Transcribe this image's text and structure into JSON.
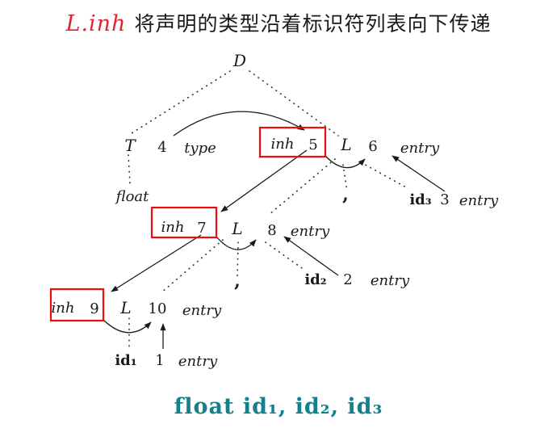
{
  "title": {
    "highlight": "L.inh",
    "rest": "将声明的类型沿着标识符列表向下传递"
  },
  "caption": "float id₁, id₂, id₃",
  "colors": {
    "title_red": "#e32231",
    "box_red": "#ee0d0d",
    "caption_teal": "#15808d",
    "ink": "#1a1a1a"
  },
  "tree": {
    "root": "D",
    "row1": {
      "T": "T",
      "T_num": "4",
      "T_attr": "type",
      "inh": "inh",
      "inh_num": "5",
      "L": "L",
      "L_num": "6",
      "L_attr": "entry"
    },
    "float_leaf": "float",
    "comma1": ",",
    "id3": {
      "name": "id₃",
      "num": "3",
      "attr": "entry"
    },
    "row2": {
      "inh": "inh",
      "inh_num": "7",
      "L": "L",
      "L_num": "8",
      "L_attr": "entry"
    },
    "comma2": ",",
    "id2": {
      "name": "id₂",
      "num": "2",
      "attr": "entry"
    },
    "row3": {
      "inh": "inh",
      "inh_num": "9",
      "L": "L",
      "L_num": "10",
      "L_attr": "entry"
    },
    "id1": {
      "name": "id₁",
      "num": "1",
      "attr": "entry"
    }
  }
}
